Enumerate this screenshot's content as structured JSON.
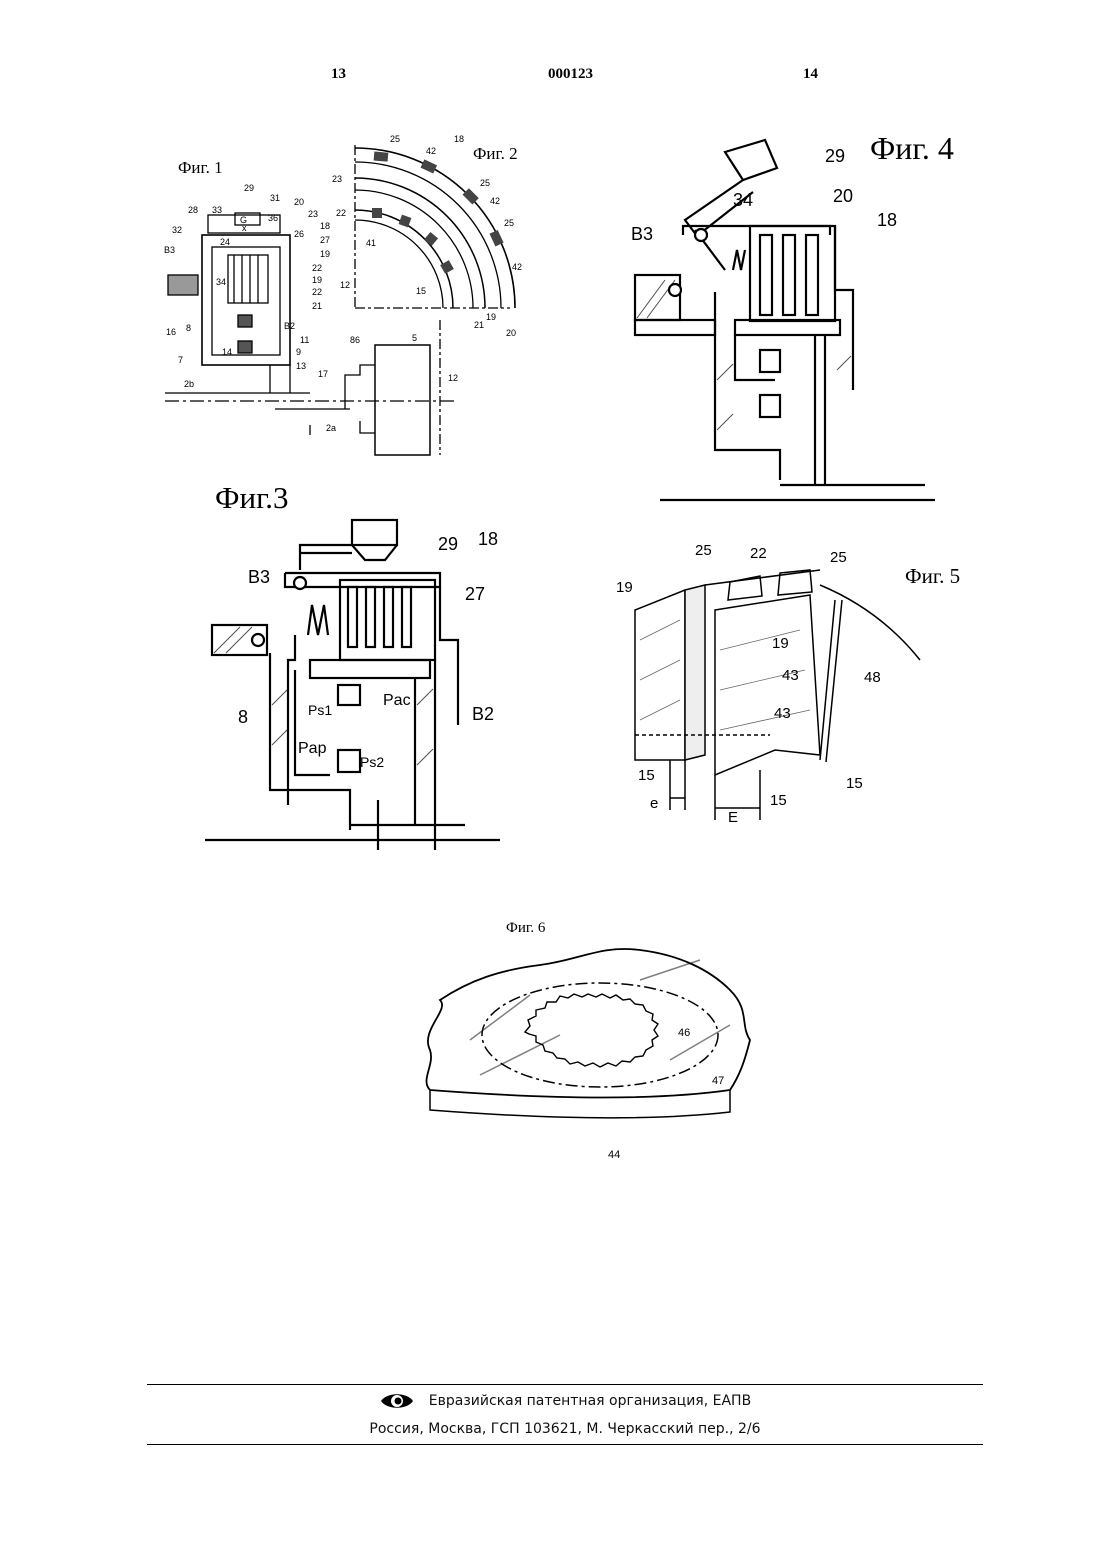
{
  "header": {
    "page_left": "13",
    "patent_number": "000123",
    "page_right": "14"
  },
  "figures": {
    "fig1": {
      "title": "Фиг. 1",
      "labels": [
        "29",
        "31",
        "33",
        "28",
        "36",
        "20",
        "23",
        "26",
        "18",
        "27",
        "19",
        "22",
        "32",
        "24",
        "B3",
        "34",
        "19",
        "22",
        "21",
        "16",
        "8",
        "B2",
        "11",
        "7",
        "14",
        "9",
        "13",
        "17",
        "2b",
        "86",
        "5",
        "12",
        "2a",
        "G",
        "x"
      ]
    },
    "fig2": {
      "title": "Фиг. 2",
      "labels": [
        "25",
        "42",
        "18",
        "23",
        "25",
        "42",
        "22",
        "25",
        "41",
        "12",
        "15",
        "42",
        "21",
        "19",
        "20"
      ]
    },
    "fig3": {
      "title": "Фиг.3",
      "labels": [
        "29",
        "18",
        "B3",
        "27",
        "8",
        "Ps1",
        "Pac",
        "B2",
        "Pap",
        "Ps2"
      ]
    },
    "fig4": {
      "title": "Фиг. 4",
      "labels": [
        "29",
        "34",
        "20",
        "18",
        "B3"
      ]
    },
    "fig5": {
      "title": "Фиг. 5",
      "labels": [
        "25",
        "22",
        "25",
        "19",
        "19",
        "43",
        "43",
        "48",
        "15",
        "15",
        "15",
        "e",
        "E"
      ]
    },
    "fig6": {
      "title": "Фиг. 6",
      "labels": [
        "46",
        "47",
        "44"
      ]
    }
  },
  "footer": {
    "organization": "Евразийская патентная организация, ЕАПВ",
    "address": "Россия, Москва, ГСП 103621, М. Черкасский пер., 2/6",
    "logo_icon": "eapo-eye-logo-icon"
  }
}
